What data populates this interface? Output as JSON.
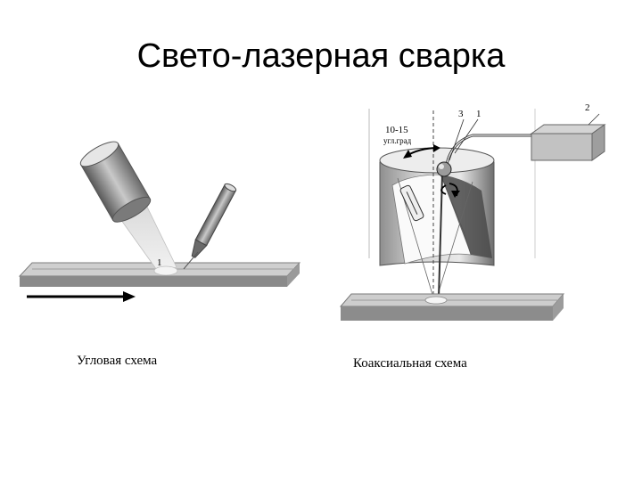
{
  "slide": {
    "title": "Свето-лазерная сварка"
  },
  "angled_diagram": {
    "caption": "Угловая схема",
    "label_1": "1"
  },
  "coaxial_diagram": {
    "caption": "Коаксиальная схема",
    "angle_label": "10-15",
    "angle_unit": "угл.град",
    "label_1": "1",
    "label_2": "2",
    "label_3": "3"
  },
  "colors": {
    "plate_dark": "#7d7d7d",
    "plate_light": "#a8a8a8",
    "cone": "#b8b8b8",
    "arrow": "#000000"
  }
}
